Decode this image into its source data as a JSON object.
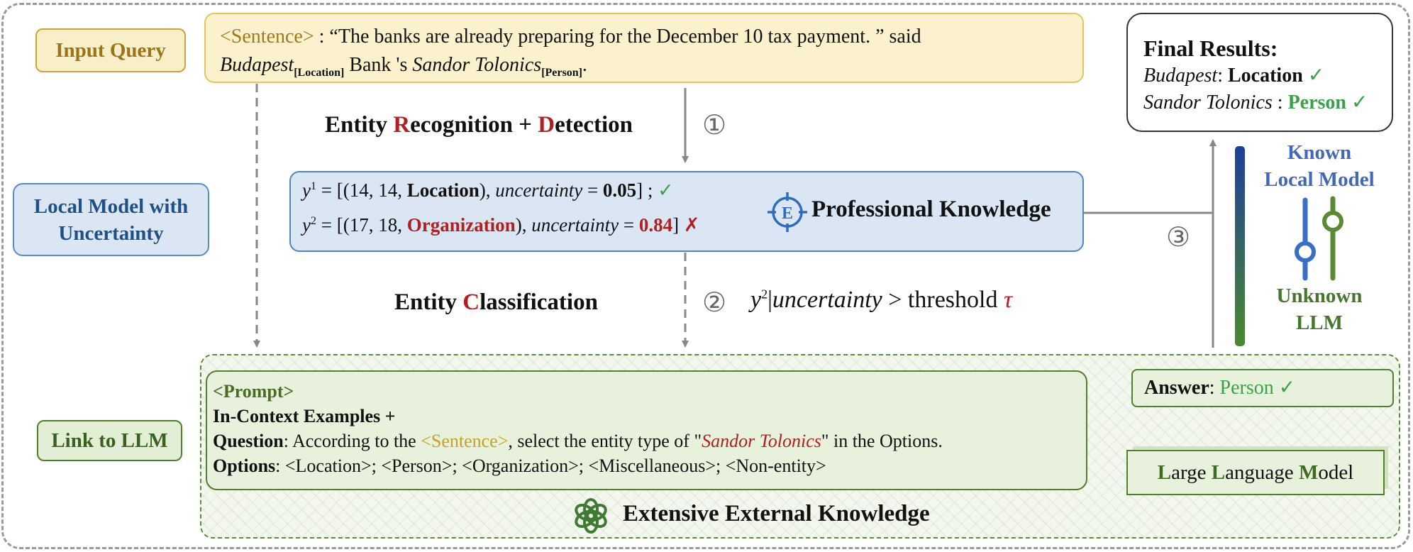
{
  "labels": {
    "input_query": "Input Query",
    "local_model": "Local Model with Uncertainty",
    "link_llm": "Link to LLM"
  },
  "query": {
    "tag": "<Sentence>",
    "text": " : “The banks are already preparing for the December 10 tax payment. ”  said",
    "ent1": "Budapest",
    "ent1_type": "[Location]",
    "middle": " Bank 's  ",
    "ent2": "Sandor Tolonics",
    "ent2_type": "[Person]",
    "end": "."
  },
  "steps": {
    "recognition_pre": "Entity ",
    "recognition_r": "R",
    "recognition_mid": "ecognition + ",
    "recognition_d": "D",
    "recognition_post": "etection",
    "classification_pre": "Entity  ",
    "classification_c": "C",
    "classification_post": "lassification",
    "num1": "①",
    "num2": "②",
    "num3": "③"
  },
  "threshold": {
    "y": "y",
    "sup": "2",
    "bar": "|",
    "unc": "uncertainty",
    "rest": " > threshold ",
    "tau": "τ"
  },
  "predictions": [
    {
      "y": "y",
      "sup": "1",
      "open": " = [(14, 14, ",
      "type": "Location",
      "mid": "), ",
      "unc": "uncertainty",
      "eq": " = ",
      "value": "0.05",
      "close": "] ; ",
      "mark": "✓"
    },
    {
      "y": "y",
      "sup": "2",
      "open": " = [(17, 18, ",
      "type": "Organization",
      "mid": "), ",
      "unc": "uncertainty",
      "eq": " = ",
      "value": "0.84",
      "close": "] ",
      "mark": "✗"
    }
  ],
  "professional_knowledge": "Professional Knowledge",
  "pk_icon_letter": "E",
  "final": {
    "title": "Final Results:",
    "r1_entity": "Budapest",
    "r1_sep": ": ",
    "r1_type": "Location",
    "r1_mark": " ✓",
    "r2_entity": "Sandor Tolonics",
    "r2_sep": " : ",
    "r2_type": "Person",
    "r2_mark": " ✓"
  },
  "knob": {
    "known": "Known",
    "local_model": "Local Model",
    "unknown": "Unknown",
    "llm": "LLM"
  },
  "prompt": {
    "header": "<Prompt>",
    "icl": "In-Context Examples +",
    "q_label": "Question",
    "q_text1": ": According to the ",
    "q_tag": "<Sentence>",
    "q_text2": ", select the entity type of \"",
    "q_entity": "Sandor Tolonics",
    "q_text3": "\" in the Options.",
    "opt_label": "Options",
    "opt_text": ": <Location>; <Person>; <Organization>; <Miscellaneous>; <Non-entity>"
  },
  "answer": {
    "label": "Answer",
    "sep": ":  ",
    "value": "Person ✓"
  },
  "llm": {
    "l": "L",
    "arge": "arge ",
    "la": "L",
    "anguage": "anguage ",
    "m": "M",
    "odel": "odel"
  },
  "external_knowledge": "Extensive External Knowledge",
  "colors": {
    "yellow_fill": "#fbf1cd",
    "blue_fill": "#dbe6f5",
    "green_fill": "#e7f1dc",
    "red": "#b02020",
    "green_check": "#3aa14a"
  }
}
